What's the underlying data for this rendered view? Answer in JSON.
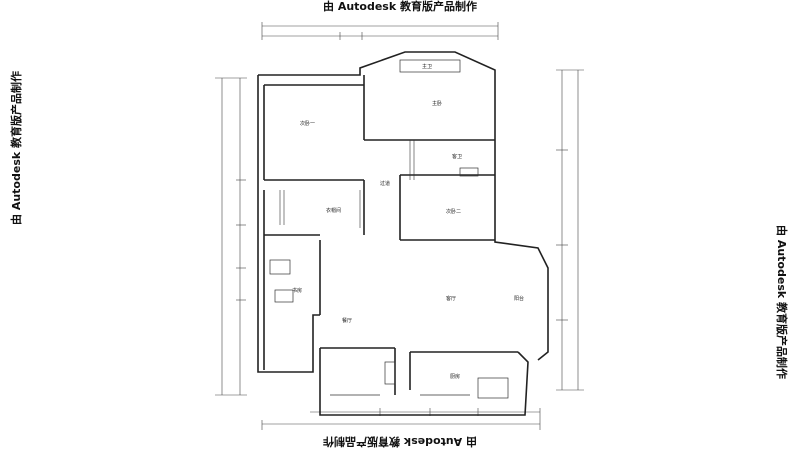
{
  "watermark": "由 Autodesk 教育版产品制作",
  "rooms": {
    "master_bedroom": "主卧",
    "master_bath": "主卫",
    "bedroom_one": "次卧一",
    "bedroom_two": "次卧二",
    "study": "书房",
    "hall": "过道",
    "guest_bath": "客卫",
    "kitchen": "厨房",
    "dining": "餐厅",
    "living": "客厅",
    "balcony": "阳台",
    "cloakroom": "衣帽间"
  }
}
